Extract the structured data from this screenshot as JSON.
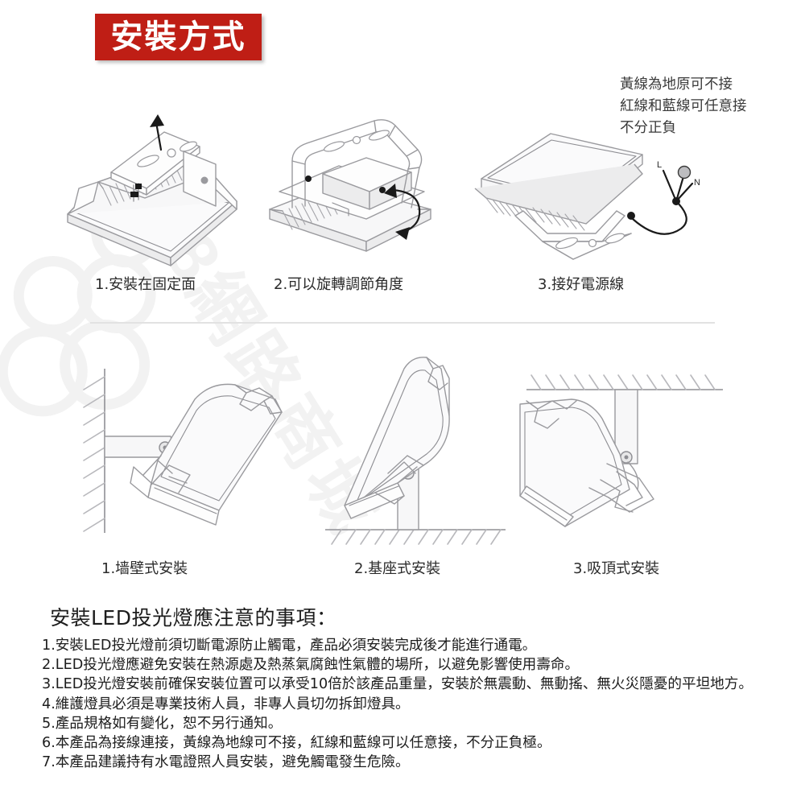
{
  "title_badge": {
    "label": "安裝方式",
    "bg_color": "#bf1e15",
    "text_color": "#ffffff"
  },
  "wiring_note": {
    "line1": "黃線為地原可不接",
    "line2": "紅線和藍線可任意接",
    "line3": "不分正負"
  },
  "wire_labels": {
    "live": "L",
    "neutral": "N"
  },
  "row1": {
    "figures": [
      {
        "name": "floodlight-bracket-exploded",
        "caption": "1.安裝在固定面"
      },
      {
        "name": "floodlight-rotating-bracket",
        "caption": "2.可以旋轉調節角度"
      },
      {
        "name": "floodlight-power-cable",
        "caption": "3.接好電源線"
      }
    ]
  },
  "row2": {
    "figures": [
      {
        "name": "wall-mount",
        "caption": "1.墙壁式安裝"
      },
      {
        "name": "base-mount",
        "caption": "2.基座式安裝"
      },
      {
        "name": "ceiling-mount",
        "caption": "3.吸頂式安裝"
      }
    ]
  },
  "notes": {
    "heading": "安裝LED投光燈應注意的事項：",
    "items": [
      "1.安裝LED投光燈前須切斷電源防止觸電，產品必須安裝完成後才能進行通電。",
      "2.LED投光燈應避免安裝在熱源處及熱蒸氣腐蝕性氣體的場所，以避免影響使用壽命。",
      "3.LED投光燈安裝前確保安裝位置可以承受10倍於該產品重量，安裝於無震動、無動搖、無火災隱憂的平坦地方。",
      "4.維護燈具必須是專業技術人員，非專人員切勿拆卸燈具。",
      "5.產品規格如有變化，恕不另行通知。",
      "6.本產品為接線連接，黃線為地線可不接，紅線和藍線可以任意接，不分正負極。",
      "7.本產品建議持有水電證照人員安裝，避免觸電發生危險。"
    ]
  },
  "watermark": {
    "text": "888網路商城"
  }
}
